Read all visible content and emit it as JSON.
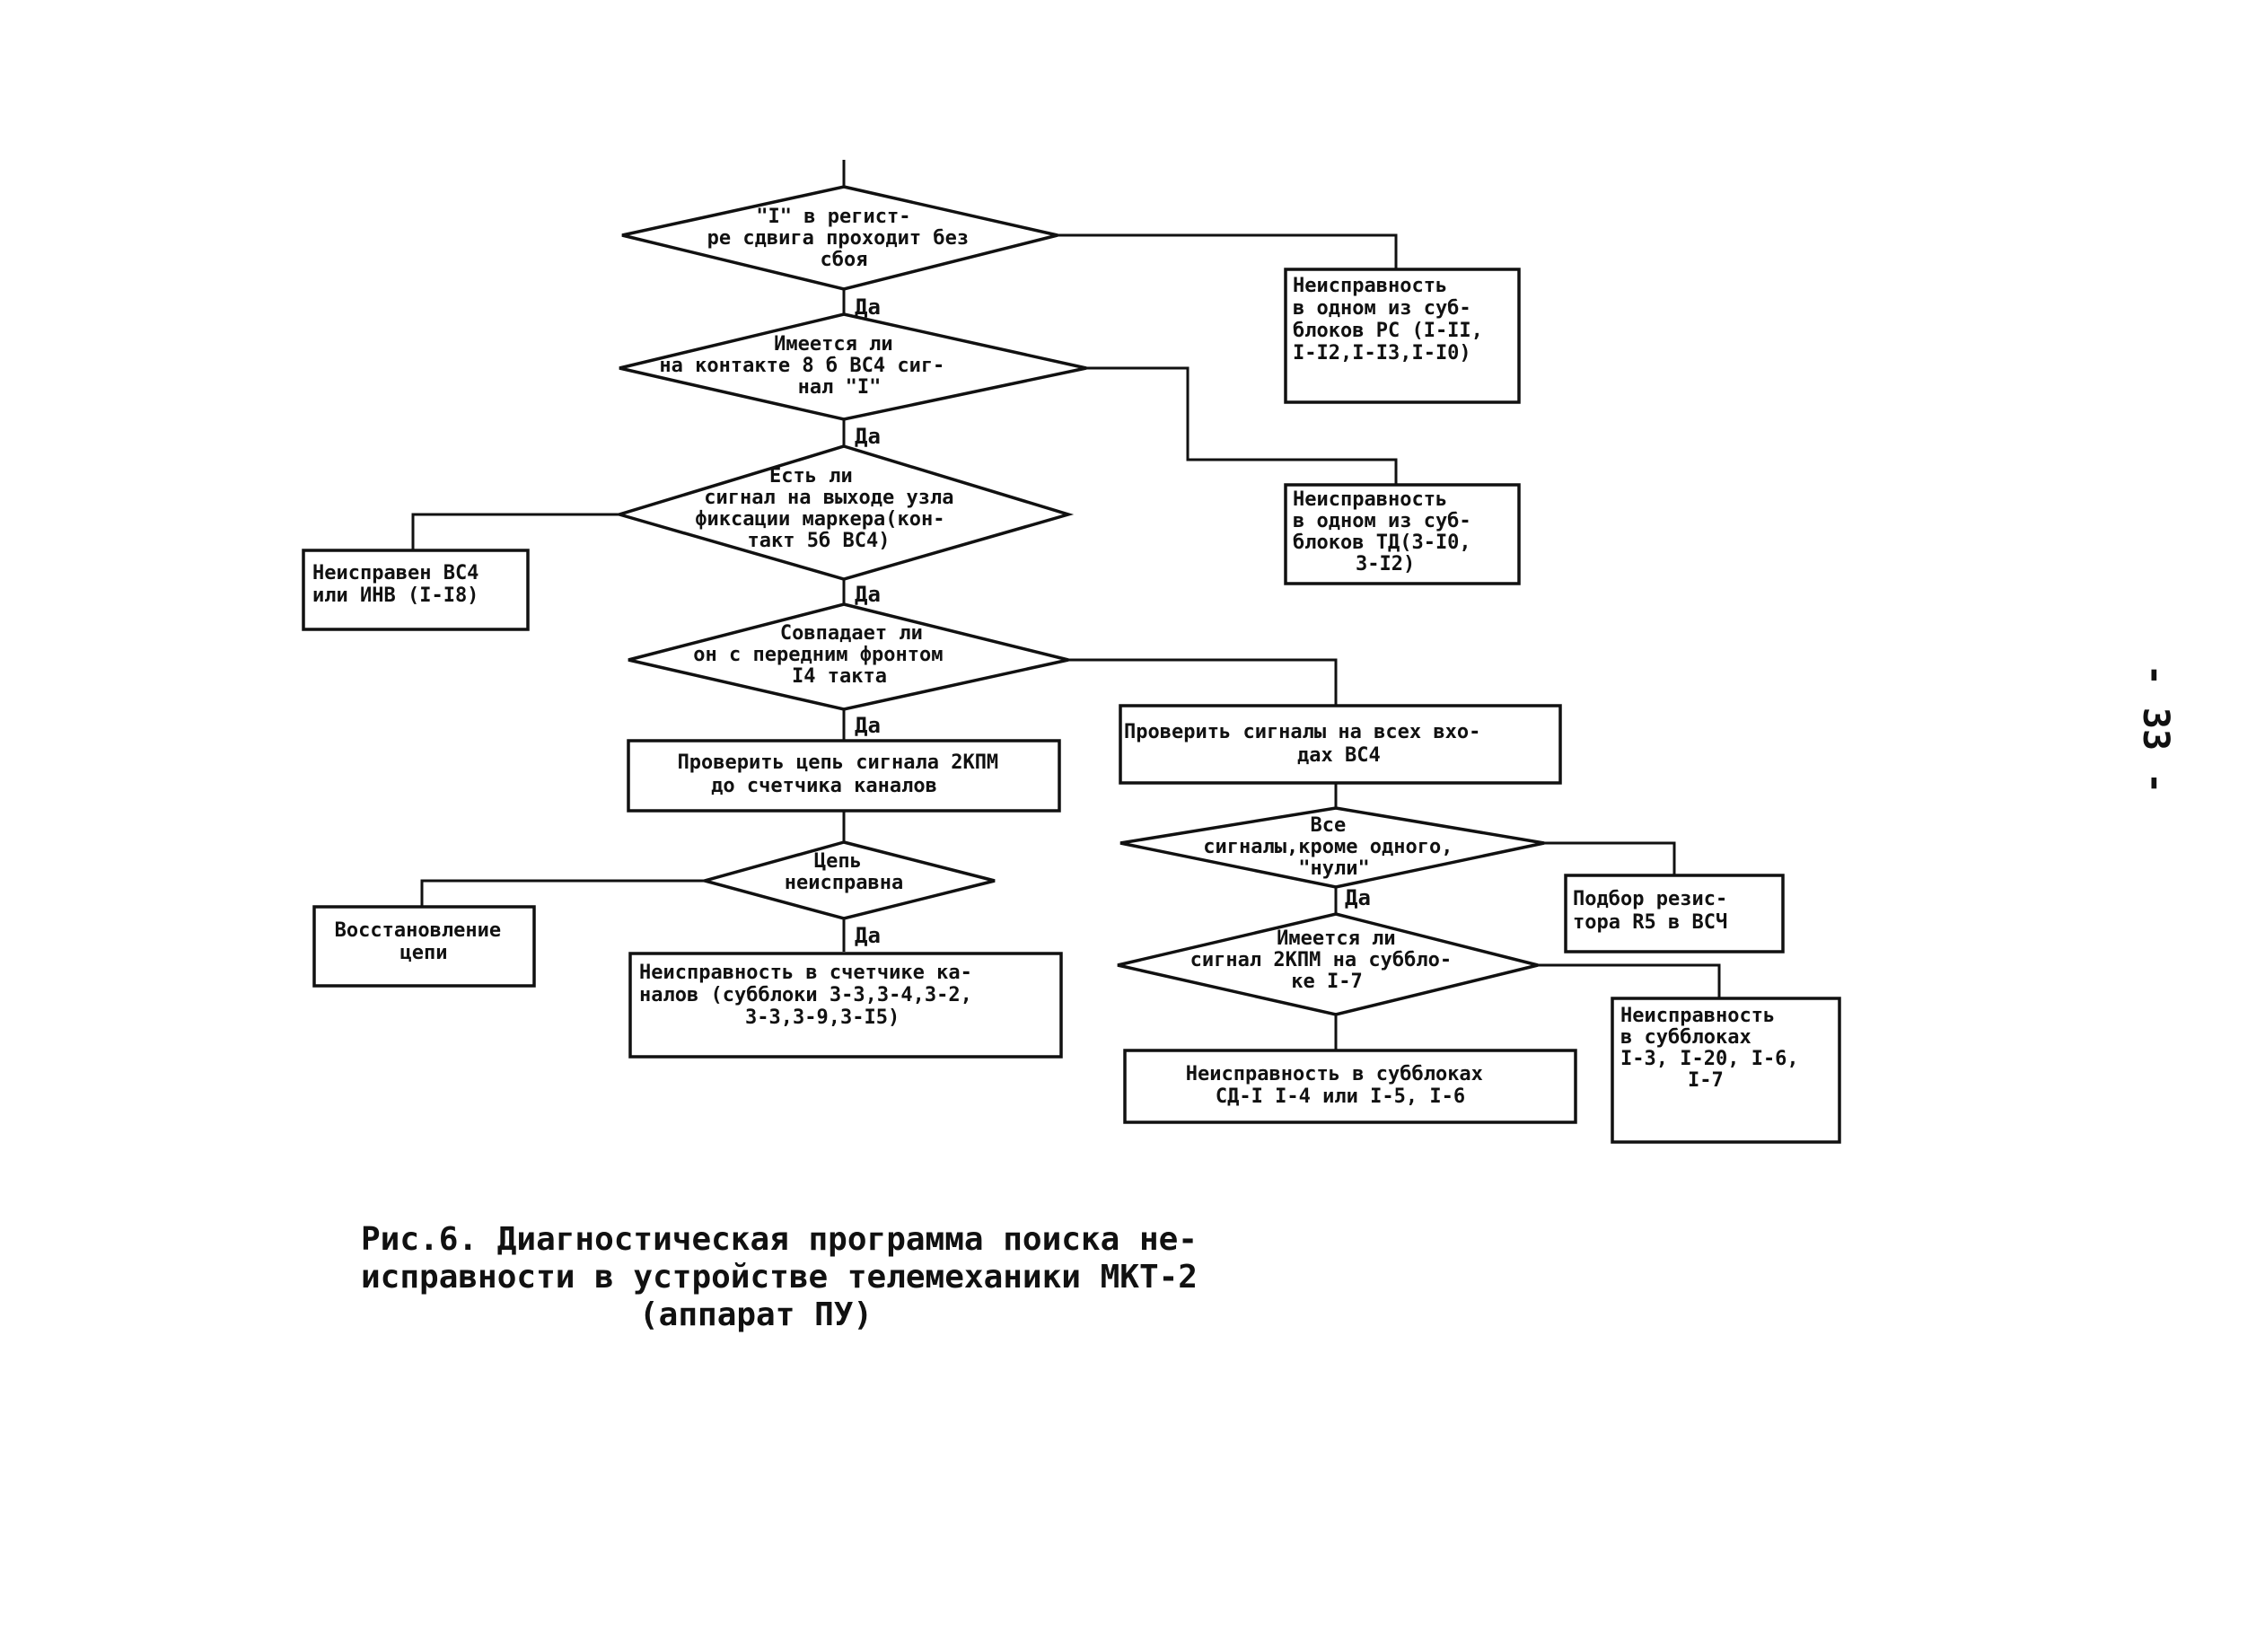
{
  "page_number": "- 33 -",
  "nodes": {
    "d1": [
      "\"I\" в регист-",
      "ре сдвига проходит без",
      "сбоя"
    ],
    "d2": [
      "Имеется ли",
      "на контакте 8 б ВС4 сиг-",
      "нал \"I\""
    ],
    "d3": [
      "Есть ли",
      "сигнал на выходе узла",
      "фиксации маркера(кон-",
      "такт 5б ВС4)"
    ],
    "d4": [
      "Совпадает ли",
      "он с передним фронтом",
      "I4 такта"
    ],
    "d5": [
      "Цепь",
      "неисправна"
    ],
    "d6": [
      "Все",
      "сигналы,кроме одного,",
      "\"нули\""
    ],
    "d7": [
      "Имеется ли",
      "сигнал 2КПМ на суббло-",
      "ке I-7"
    ],
    "r1": [
      "Неисправность",
      "в одном из суб-",
      "блоков РС (I-II,",
      "I-I2,I-I3,I-I0)"
    ],
    "r2": [
      "Неисправность",
      "в одном из суб-",
      "блоков ТД(3-I0,",
      "3-I2)"
    ],
    "r3": [
      "Неисправен ВС4",
      "или ИНВ  (I-I8)"
    ],
    "r4": [
      "Проверить цепь сигнала 2КПМ",
      "до счетчика каналов"
    ],
    "r5": [
      "Проверить сигналы на всех вхо-",
      "дах ВС4"
    ],
    "r6": [
      "Восстановление",
      "цепи"
    ],
    "r7": [
      "Неисправность в счетчике ка-",
      "налов (субблоки 3-3,3-4,3-2,",
      "3-3,3-9,3-I5)"
    ],
    "r8": [
      "Подбор резис-",
      "тора R5 в ВСЧ"
    ],
    "r9": [
      "Неисправность в субблоках",
      "СД-I I-4 или I-5, I-6"
    ],
    "r10": [
      "Неисправность",
      "в субблоках",
      "I-3, I-20, I-6,",
      "I-7"
    ]
  },
  "yes_label": "Да",
  "caption": [
    "Рис.6. Диагностическая программа поиска не-",
    "исправности в устройстве телемеханики МКТ-2",
    "(аппарат ПУ)"
  ]
}
